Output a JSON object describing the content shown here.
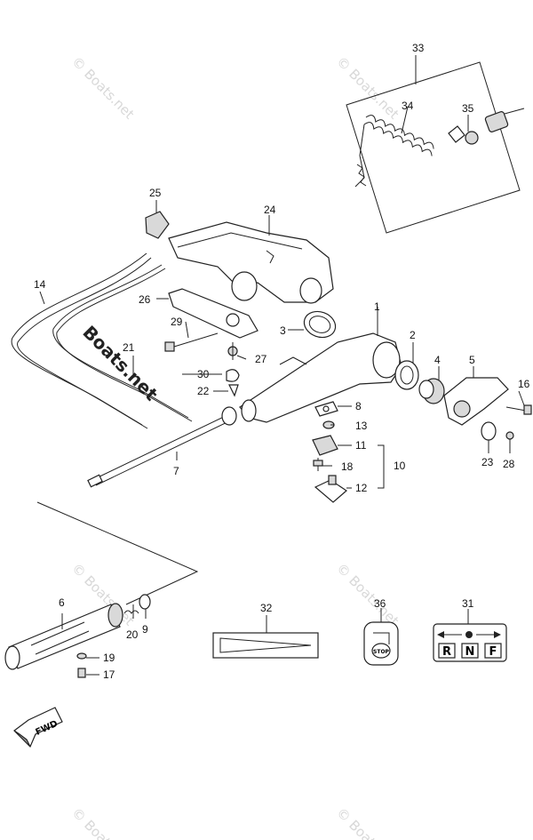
{
  "watermark": {
    "text": "© Boats.net",
    "main_text": "Boats.net"
  },
  "parts": {
    "p1": "1",
    "p2": "2",
    "p3": "3",
    "p4": "4",
    "p5": "5",
    "p6": "6",
    "p7": "7",
    "p8": "8",
    "p9": "9",
    "p10": "10",
    "p11": "11",
    "p12": "12",
    "p13": "13",
    "p14": "14",
    "p16": "16",
    "p17": "17",
    "p18": "18",
    "p19": "19",
    "p20": "20",
    "p21": "21",
    "p22": "22",
    "p23": "23",
    "p24": "24",
    "p25": "25",
    "p26": "26",
    "p27": "27",
    "p28": "28",
    "p29": "29",
    "p30": "30",
    "p31": "31",
    "p32": "32",
    "p33": "33",
    "p34": "34",
    "p35": "35",
    "p36": "36"
  },
  "labels": {
    "stop": "STOP",
    "shift_r": "R",
    "shift_n": "N",
    "shift_f": "F",
    "fwd": "FWD"
  },
  "colors": {
    "line": "#222222",
    "watermark": "#d8d8d8",
    "fill_gray": "#d9d9d9"
  }
}
